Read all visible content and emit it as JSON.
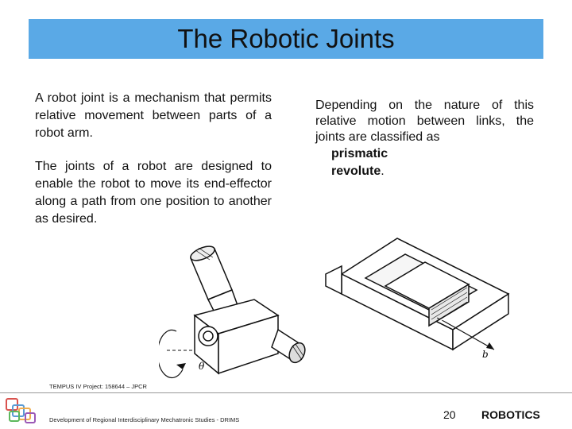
{
  "slide": {
    "title": "The Robotic Joints",
    "left_paragraphs": [
      "A robot joint is a mechanism that permits relative movement between parts of a robot arm.",
      "The joints of a robot are designed to enable the robot to move its end-effector along a path from one position to another as desired."
    ],
    "right_intro": "Depending on the nature of this relative motion between links, the joints are classified as",
    "joint_types": [
      "prismatic",
      "revolute"
    ],
    "joint_types_end": "."
  },
  "figures": {
    "revolute_label": "θ",
    "prismatic_label": "b"
  },
  "footer": {
    "project_line": "TEMPUS IV Project: 158644 – JPCR",
    "program_line": "Development of Regional Interdisciplinary Mechatronic Studies - DRIMS",
    "page_number": "20",
    "brand": "ROBOTICS"
  },
  "colors": {
    "title_bar": "#5aa9e6"
  }
}
